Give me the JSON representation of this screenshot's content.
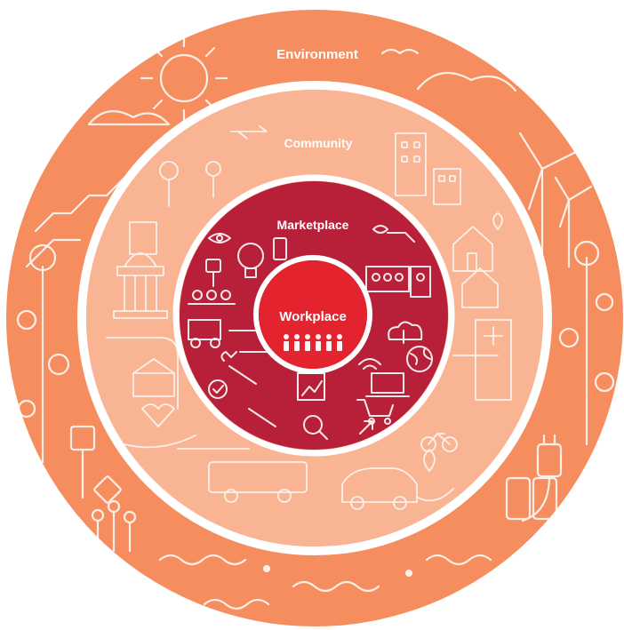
{
  "rings": {
    "environment": {
      "label": "Environment",
      "color": "#f58d5e"
    },
    "community": {
      "label": "Community",
      "color": "#f9b493"
    },
    "marketplace": {
      "label": "Marketplace",
      "color": "#b8203a"
    },
    "workplace": {
      "label": "Workplace",
      "color": "#e3232d"
    }
  },
  "separator_color": "#ffffff"
}
